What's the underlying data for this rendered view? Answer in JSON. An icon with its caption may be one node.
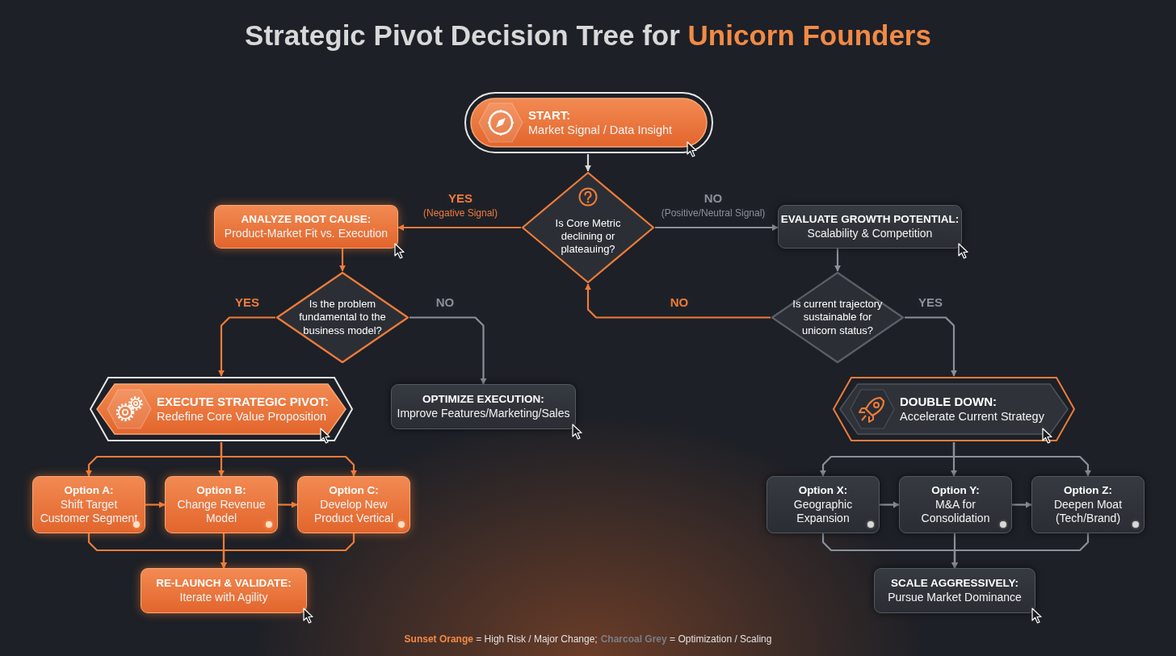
{
  "diagram": {
    "title": "Strategic Pivot Decision Tree for **Unicorn Founders**",
    "nodes": [
      {
        "text": [
          "START:",
          "Market Signal / Data Insight"
        ]
      },
      {
        "text": [
          "Is Core Metric declining or plateauing?"
        ]
      },
      {
        "text": [
          "ANALYZE ROOT CAUSE:",
          "Product-Market Fit vs. Execution"
        ]
      },
      {
        "text": [
          "EVALUATE GROWTH POTENTIAL:",
          "Scalability & Competition"
        ]
      },
      {
        "text": [
          "Is the problem fundamental to the business model?"
        ]
      },
      {
        "text": [
          "Is current trajectory sustainable for unicorn status?"
        ]
      },
      {
        "text": [
          "EXECUTE STRATEGIC PIVOT:",
          "Redefine Core Value Proposition"
        ]
      },
      {
        "text": [
          "OPTIMIZE EXECUTION:",
          "Improve Features/Marketing/Sales"
        ]
      },
      {
        "text": [
          "DOUBLE DOWN:",
          "Accelerate Current Strategy"
        ]
      },
      {
        "text": [
          "Option A:",
          "Shift Target Customer Segment"
        ]
      },
      {
        "text": [
          "Option B:",
          "Change Revenue Model"
        ]
      },
      {
        "text": [
          "Option C:",
          "Develop New Product Vertical"
        ]
      },
      {
        "text": [
          "Option X:",
          "Geographic Expansion"
        ]
      },
      {
        "text": [
          "Option Y:",
          "M&A for Consolidation"
        ]
      },
      {
        "text": [
          "Option Z:",
          "Deepen Moat (Tech/Brand)"
        ]
      },
      {
        "text": [
          "RE-LAUNCH & VALIDATE:",
          "Iterate with Agility"
        ]
      },
      {
        "text": [
          "SCALE AGGRESSIVELY:",
          "Pursue Market Dominance"
        ]
      }
    ],
    "edges": [
      {
        "from": 0,
        "to": 1,
        "arrow": "to",
        "color": "#d9d9d9"
      },
      {
        "from": 1,
        "to": 2,
        "arrow": "to",
        "label": "YES",
        "color": "#f07c3a"
      },
      {
        "from": 1,
        "to": 3,
        "arrow": "to",
        "label": "NO",
        "color": "#8b9099"
      },
      {
        "from": 2,
        "to": 4,
        "arrow": "to",
        "color": "#f07c3a"
      },
      {
        "from": 3,
        "to": 5,
        "arrow": "to",
        "color": "#8b9099"
      },
      {
        "from": 4,
        "to": 6,
        "arrow": "to",
        "label": "YES",
        "color": "#f07c3a"
      },
      {
        "from": 4,
        "to": 7,
        "arrow": "to",
        "label": "NO",
        "color": "#8b9099"
      },
      {
        "from": 5,
        "to": 1,
        "arrow": "to",
        "label": "NO",
        "color": "#f07c3a"
      },
      {
        "from": 5,
        "to": 8,
        "arrow": "to",
        "label": "YES",
        "color": "#8b9099"
      },
      {
        "from": 6,
        "to": 9,
        "arrow": "to",
        "color": "#f07c3a"
      },
      {
        "from": 6,
        "to": 10,
        "arrow": "to",
        "color": "#f07c3a"
      },
      {
        "from": 6,
        "to": 11,
        "arrow": "to",
        "color": "#f07c3a"
      },
      {
        "from": 9,
        "to": 10,
        "arrow": "to",
        "color": "#f07c3a"
      },
      {
        "from": 10,
        "to": 11,
        "arrow": "to",
        "color": "#f07c3a"
      },
      {
        "from": 9,
        "to": 15,
        "arrow": "to",
        "color": "#f07c3a"
      },
      {
        "from": 10,
        "to": 15,
        "arrow": "to",
        "color": "#f07c3a"
      },
      {
        "from": 11,
        "to": 15,
        "arrow": "to",
        "color": "#f07c3a"
      },
      {
        "from": 8,
        "to": 12,
        "arrow": "to",
        "color": "#8b9099"
      },
      {
        "from": 8,
        "to": 13,
        "arrow": "to",
        "color": "#8b9099"
      },
      {
        "from": 8,
        "to": 14,
        "arrow": "to",
        "color": "#8b9099"
      },
      {
        "from": 12,
        "to": 13,
        "arrow": "to",
        "color": "#8b9099"
      },
      {
        "from": 13,
        "to": 14,
        "arrow": "to",
        "color": "#8b9099"
      },
      {
        "from": 12,
        "to": 16,
        "arrow": "to",
        "color": "#8b9099"
      },
      {
        "from": 13,
        "to": 16,
        "arrow": "to",
        "color": "#8b9099"
      },
      {
        "from": 14,
        "to": 16,
        "arrow": "to",
        "color": "#8b9099"
      }
    ],
    "labels": [
      "(Negative Signal)",
      "(Positive/Neutral Signal)"
    ],
    "legend": [
      {
        "text": "**Sunset Orange** = High Risk / Major Change;",
        "color": "#f28a45"
      },
      {
        "text": "**Charcoal Grey** = Optimization / Scaling",
        "color": "#7a7f88"
      }
    ]
  }
}
